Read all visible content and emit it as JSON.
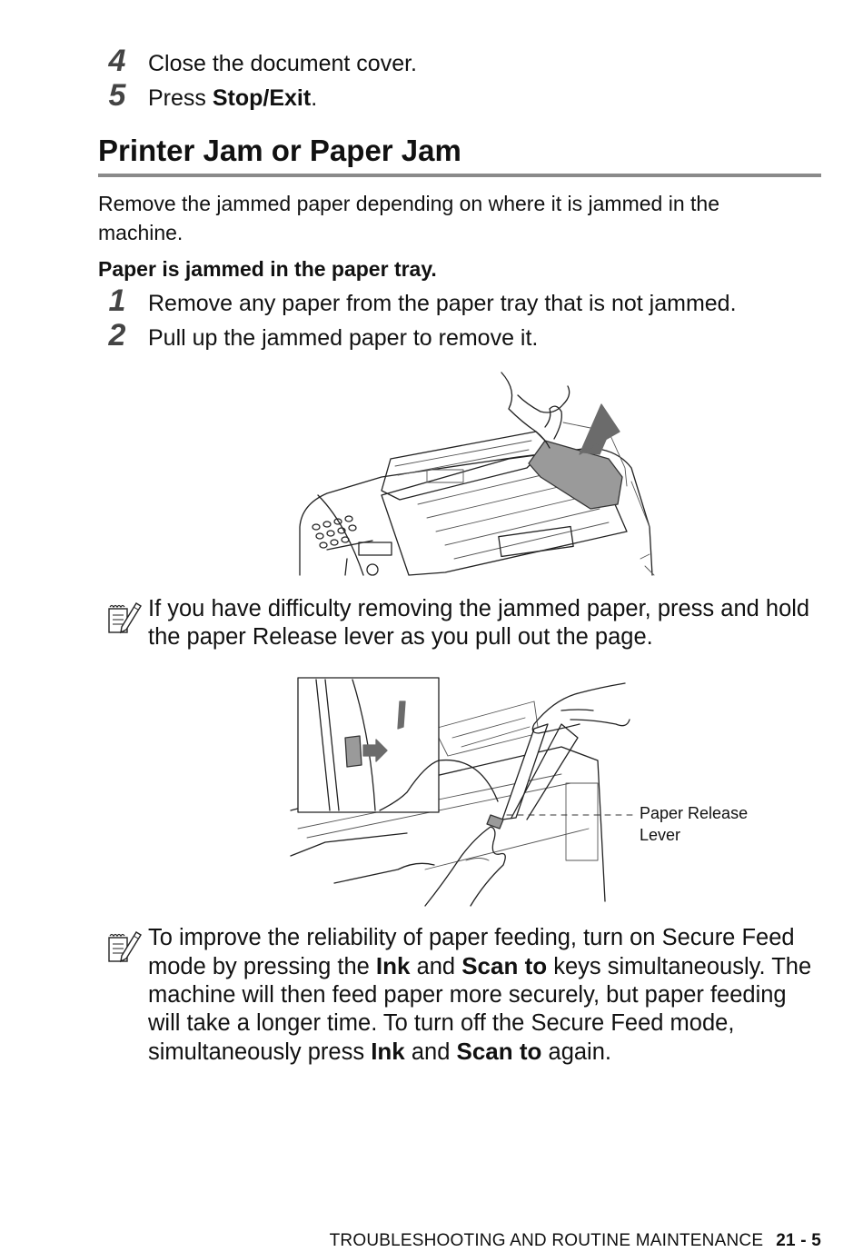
{
  "steps_top": [
    {
      "num": "4",
      "text": "Close the document cover."
    },
    {
      "num": "5",
      "text_before": "Press ",
      "text_bold": "Stop/Exit",
      "text_after": "."
    }
  ],
  "section": {
    "title": "Printer Jam or Paper Jam",
    "intro": "Remove the jammed paper depending on where it is jammed in the machine.",
    "subheading": "Paper is jammed in the paper tray.",
    "steps": [
      {
        "num": "1",
        "text": "Remove any paper from the paper tray that is not jammed."
      },
      {
        "num": "2",
        "text": "Pull up the jammed paper to remove it."
      }
    ]
  },
  "note1": {
    "icon": "note-pad-pencil-icon",
    "text": "If you have difficulty removing the jammed paper, press and hold the paper Release lever as you pull out the page."
  },
  "illustration2": {
    "callout_line1": "Paper Release",
    "callout_line2": "Lever"
  },
  "note2": {
    "icon": "note-pad-pencil-icon",
    "p1": "To improve the reliability of paper feeding, turn on Secure Feed mode by pressing the ",
    "k1": "Ink",
    "p2": " and ",
    "k2": "Scan to",
    "p3": " keys simultaneously. The machine will then feed paper more securely, but paper feeding will take a longer time. To turn off the Secure Feed mode, simultaneously press ",
    "k3": "Ink",
    "p4": " and ",
    "k4": "Scan to",
    "p5": " again."
  },
  "footer": {
    "section": "TROUBLESHOOTING AND ROUTINE MAINTENANCE",
    "page": "21 - 5"
  },
  "colors": {
    "rule": "#8a8a8a",
    "arrow": "#6b6b6b",
    "paper": "#9a9a9a"
  }
}
